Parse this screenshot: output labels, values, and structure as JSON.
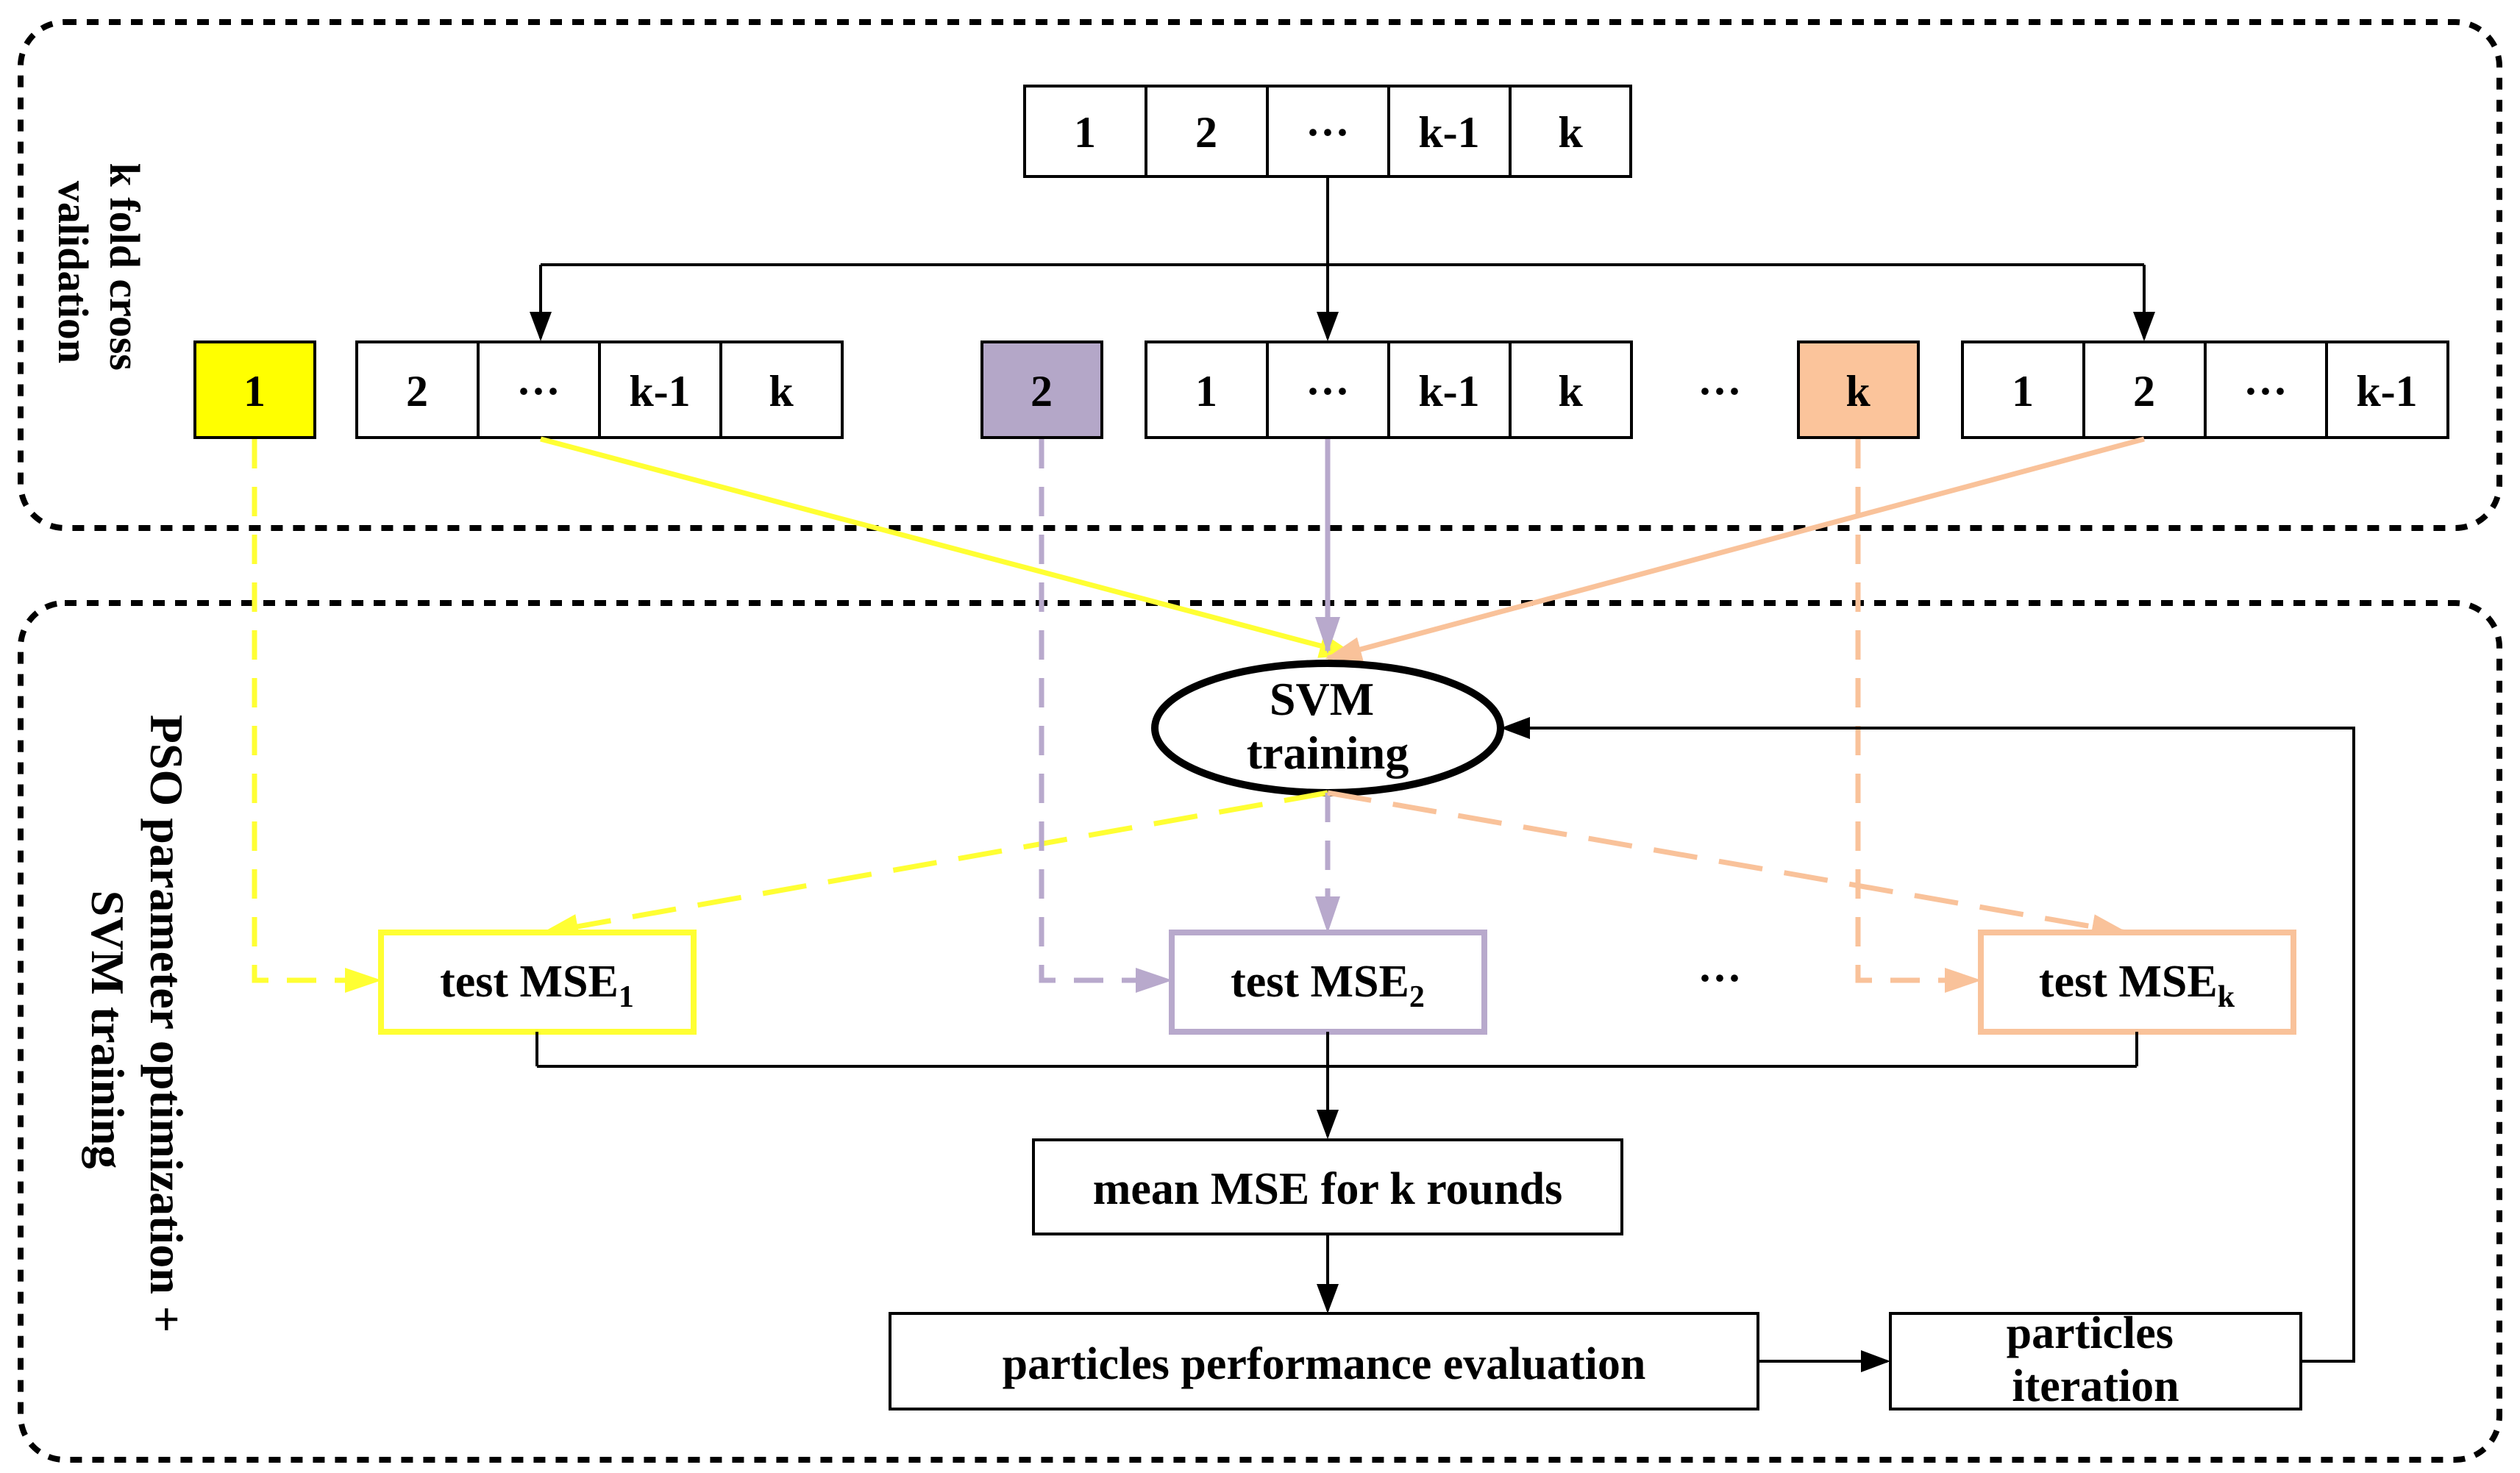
{
  "sections": {
    "top_label": [
      "k fold cross",
      "validation"
    ],
    "bottom_label": [
      "PSO parameter optimization +",
      "SVM training"
    ]
  },
  "full_dataset": [
    "1",
    "2",
    "···",
    "k-1",
    "k"
  ],
  "folds": [
    {
      "test": "1",
      "train": [
        "2",
        "···",
        "k-1",
        "k"
      ],
      "color": "#ffff00",
      "line_color": "#ffff33"
    },
    {
      "test": "2",
      "train": [
        "1",
        "···",
        "k-1",
        "k"
      ],
      "color": "#b4a7c8",
      "line_color": "#b8a9cc"
    },
    {
      "test": "k",
      "train": [
        "1",
        "2",
        "···",
        "k-1"
      ],
      "color": "#fbc49b",
      "line_color": "#f9c29a"
    }
  ],
  "fold_ellipsis": "···",
  "svm": [
    "SVM",
    "training"
  ],
  "tests": [
    {
      "prefix": "test MSE",
      "sub": "1"
    },
    {
      "prefix": "test MSE",
      "sub": "2"
    },
    {
      "prefix": "test MSE",
      "sub": "k"
    }
  ],
  "tests_ellipsis": "···",
  "mean": "mean MSE for k rounds",
  "evaluation": "particles performance evaluation",
  "iteration": [
    "particles",
    "iteration"
  ]
}
